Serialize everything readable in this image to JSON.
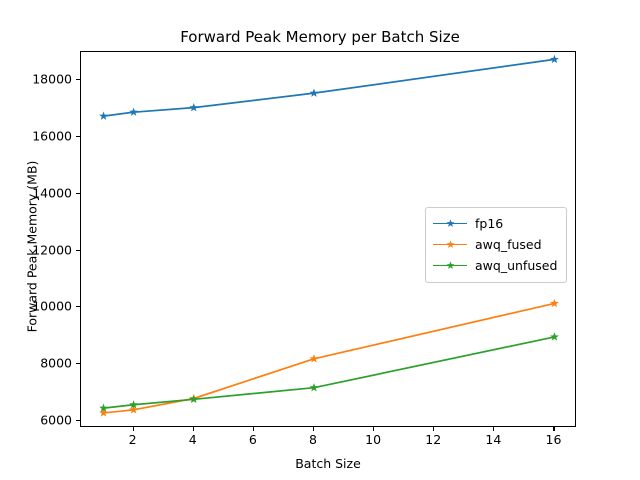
{
  "chart_data": {
    "type": "line",
    "title": "Forward Peak Memory per Batch Size",
    "xlabel": "Batch Size",
    "ylabel": "Forward Peak Memory (MB)",
    "x": [
      1,
      2,
      4,
      8,
      16
    ],
    "xlim": [
      0.25,
      16.75
    ],
    "ylim": [
      5750,
      19000
    ],
    "xticks": [
      2,
      4,
      6,
      8,
      10,
      12,
      14,
      16
    ],
    "yticks": [
      6000,
      8000,
      10000,
      12000,
      14000,
      16000,
      18000
    ],
    "grid": false,
    "legend_position": "center right",
    "series": [
      {
        "name": "fp16",
        "color": "#1f77b4",
        "marker": "star",
        "values": [
          16740,
          16880,
          17040,
          17550,
          18740
        ]
      },
      {
        "name": "awq_fused",
        "color": "#ff7f0e",
        "marker": "star",
        "values": [
          6280,
          6390,
          6790,
          8190,
          10140
        ]
      },
      {
        "name": "awq_unfused",
        "color": "#2ca02c",
        "marker": "star",
        "values": [
          6450,
          6570,
          6760,
          7170,
          8960
        ]
      }
    ]
  },
  "figure": {
    "background": "#ffffff",
    "axes_color": "#000000"
  }
}
